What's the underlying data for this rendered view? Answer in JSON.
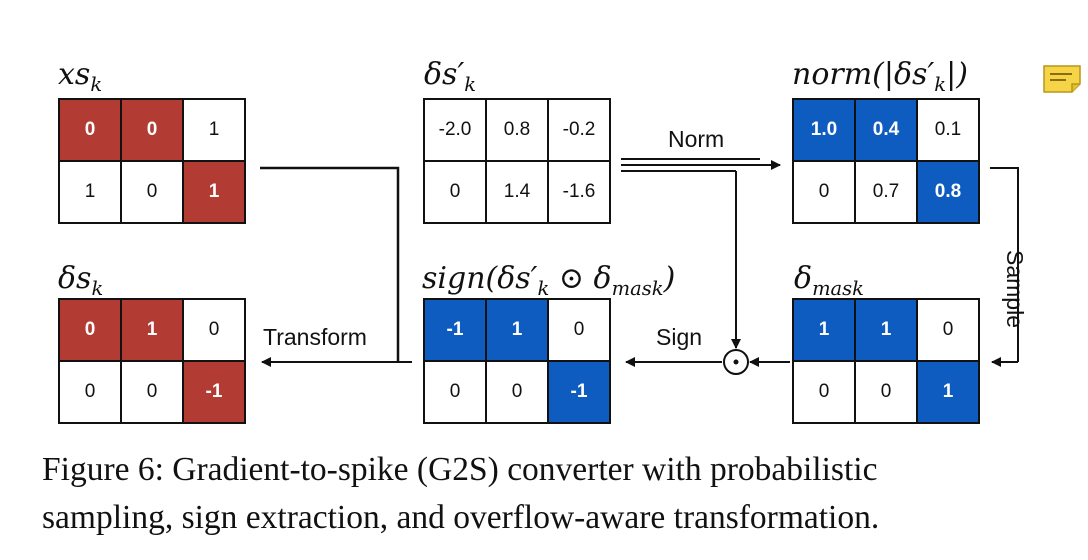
{
  "labels": {
    "xs": {
      "base": "xs",
      "sub": "k"
    },
    "ds_prime": {
      "base": "δs′",
      "sub": "k"
    },
    "norm": {
      "pre": "norm(|δs′",
      "sub": "k",
      "post": "|)"
    },
    "ds": {
      "base": "δs",
      "sub": "k"
    },
    "sign": {
      "pre": "sign(δs′",
      "sub": "k",
      "mid": " ⊙ δ",
      "sub2": "mask",
      "post": ")"
    },
    "mask": {
      "base": "δ",
      "sub": "mask"
    }
  },
  "matrices": {
    "xs_k": {
      "cells": [
        "0",
        "0",
        "1",
        "1",
        "0",
        "1"
      ],
      "fill": [
        "red",
        "red",
        "",
        "",
        "",
        "red"
      ]
    },
    "ds_prime_k": {
      "cells": [
        "-2.0",
        "0.8",
        "-0.2",
        "0",
        "1.4",
        "-1.6"
      ],
      "fill": [
        "",
        "",
        "",
        "",
        "",
        ""
      ]
    },
    "norm": {
      "cells": [
        "1.0",
        "0.4",
        "0.1",
        "0",
        "0.7",
        "0.8"
      ],
      "fill": [
        "blue",
        "blue",
        "",
        "",
        "",
        "blue"
      ]
    },
    "ds_k": {
      "cells": [
        "0",
        "1",
        "0",
        "0",
        "0",
        "-1"
      ],
      "fill": [
        "red",
        "red",
        "",
        "",
        "",
        "red"
      ]
    },
    "sign": {
      "cells": [
        "-1",
        "1",
        "0",
        "0",
        "0",
        "-1"
      ],
      "fill": [
        "blue",
        "blue",
        "",
        "",
        "",
        "blue"
      ]
    },
    "mask": {
      "cells": [
        "1",
        "1",
        "0",
        "0",
        "0",
        "1"
      ],
      "fill": [
        "blue",
        "blue",
        "",
        "",
        "",
        "blue"
      ]
    }
  },
  "arrows": {
    "norm": "Norm",
    "sample": "Sample",
    "sign": "Sign",
    "transform": "Transform",
    "odot": "⊙"
  },
  "caption": {
    "line1": "Figure 6: Gradient-to-spike (G2S) converter with probabilistic",
    "line2": "sampling, sign extraction, and overflow-aware transformation."
  },
  "colors": {
    "red": "#b23b33",
    "blue": "#0f5cc0",
    "note_icon": "#f5d547"
  },
  "icons": {
    "note": "note-icon"
  }
}
